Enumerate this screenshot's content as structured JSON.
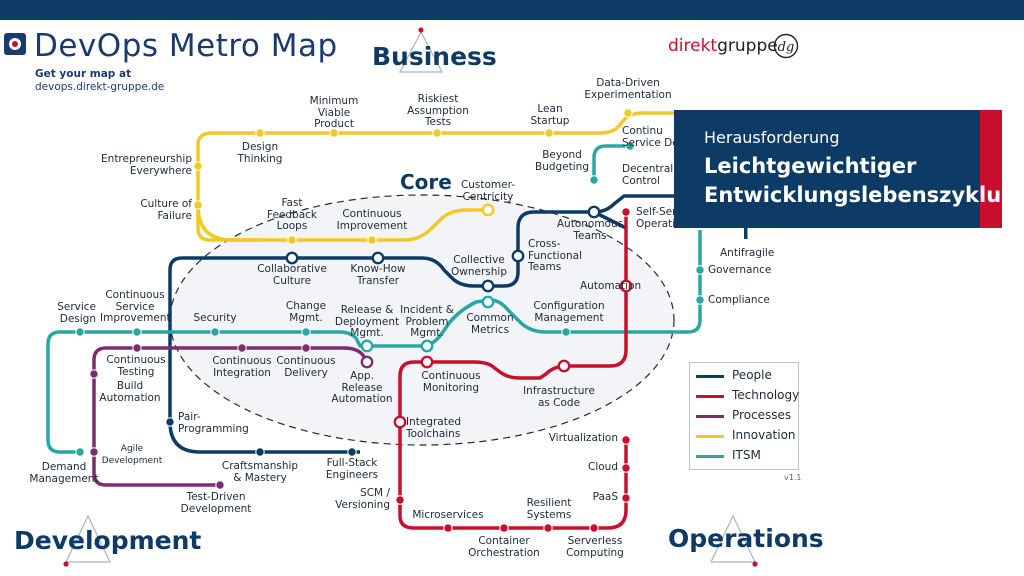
{
  "header": {
    "title": "DevOps Metro Map",
    "get_map": "Get your map at",
    "url": "devops.direkt-gruppe.de",
    "brand_left": "direkt",
    "brand_right": "gruppe",
    "brand_mark": "dg"
  },
  "quadrants": {
    "business": "Business",
    "development": "Development",
    "operations": "Operations",
    "core": "Core"
  },
  "overlay": {
    "kicker": "Herausforderung",
    "headline": "Leichtgewichtiger Entwicklungslebenszyklus"
  },
  "legend": {
    "items": [
      {
        "label": "People",
        "color": "#0d3b66"
      },
      {
        "label": "Technology",
        "color": "#c8102e"
      },
      {
        "label": "Processes",
        "color": "#7b2d6e"
      },
      {
        "label": "Innovation",
        "color": "#f2c924"
      },
      {
        "label": "ITSM",
        "color": "#2aa6a4"
      }
    ],
    "version": "v1.1"
  },
  "stations": {
    "mvp": "Minimum\nViable\nProduct",
    "riskiest": "Riskiest\nAssumption\nTests",
    "lean_startup": "Lean\nStartup",
    "data_driven": "Data-Driven\nExperimentation",
    "design_thinking": "Design\nThinking",
    "entrepreneurship": "Entrepreneurship\nEverywhere",
    "culture_failure": "Culture of\nFailure",
    "beyond_budgeting": "Beyond\nBudgeting",
    "continuous_delivery_cut": "Continu\nService De",
    "decentralized_cut": "Decentraliz\nControl",
    "self_service_cut": "Self-Ser\nOperati",
    "customer_centricity": "Customer-\nCentricity",
    "fast_feedback": "Fast\nFeedback\nLoops",
    "continuous_improvement": "Continuous\nImprovement",
    "autonomous_teams": "Autonomous\nTeams",
    "cross_functional": "Cross-\nFunctional\nTeams",
    "collective_ownership": "Collective\nOwnership",
    "collaborative_culture": "Collaborative\nCulture",
    "know_how": "Know-How\nTransfer",
    "antifragile": "Antifragile",
    "governance": "Governance",
    "compliance": "Compliance",
    "automation": "Automation",
    "service_design": "Service\nDesign",
    "csi": "Continuous\nService\nImprovement",
    "security": "Security",
    "change_mgmt": "Change\nMgmt.",
    "release_mgmt": "Release &\nDeployment\nMgmt.",
    "incident_mgmt": "Incident &\nProblem\nMgmt.",
    "common_metrics": "Common\nMetrics",
    "config_mgmt": "Configuration\nManagement",
    "continuous_testing": "Continuous\nTesting",
    "build_automation": "Build\nAutomation",
    "continuous_integration": "Continuous\nIntegration",
    "continuous_delivery": "Continuous\nDelivery",
    "app_release": "App.\nRelease\nAutomation",
    "continuous_monitoring": "Continuous\nMonitoring",
    "iac": "Infrastructure\nas Code",
    "integrated_toolchains": "Integrated\nToolchains",
    "pair_programming": "Pair-\nProgramming",
    "agile_dev": "Agile\nDevelopment",
    "demand_mgmt": "Demand\nManagement",
    "craftsmanship": "Craftsmanship\n& Mastery",
    "full_stack": "Full-Stack\nEngineers",
    "tdd": "Test-Driven\nDevelopment",
    "scm": "SCM /\nVersioning",
    "microservices": "Microservices",
    "container": "Container\nOrchestration",
    "resilient": "Resilient\nSystems",
    "serverless": "Serverless\nComputing",
    "virtualization": "Virtualization",
    "cloud": "Cloud",
    "paas": "PaaS"
  }
}
